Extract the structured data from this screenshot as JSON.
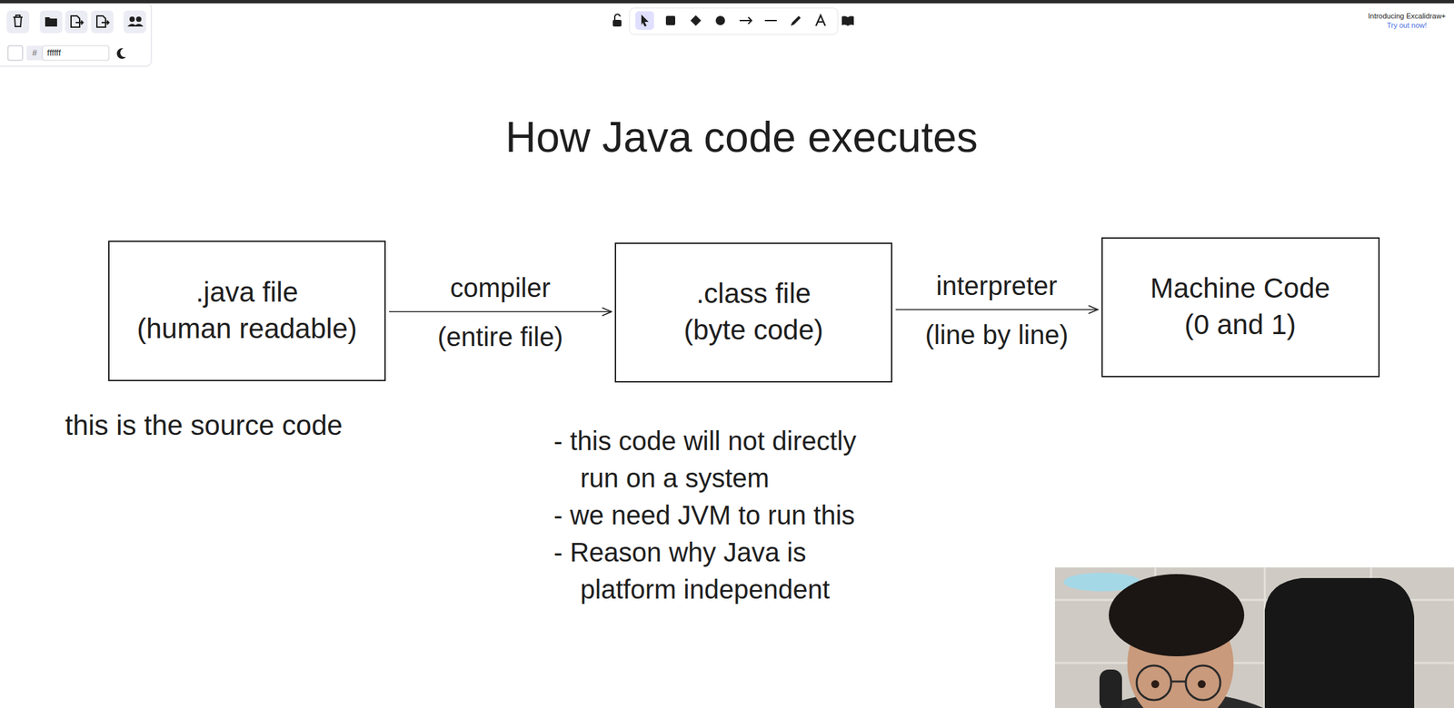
{
  "diagram": {
    "title": "How Java code executes",
    "nodes": [
      {
        "text": [
          ".java file",
          "(human readable)"
        ]
      },
      {
        "text": [
          ".class file",
          "(byte code)"
        ]
      },
      {
        "text": [
          "Machine Code",
          "(0 and 1)"
        ]
      }
    ],
    "edges": [
      {
        "from": 0,
        "to": 1,
        "arrow": "to",
        "label": "compiler"
      },
      {
        "from": 1,
        "to": 2,
        "arrow": "to",
        "label": "interpreter"
      }
    ],
    "labels": [
      "#",
      "ffffff",
      "Introducing Excalidraw+",
      "Try out now!",
      "(entire file)",
      "(line by line)",
      "this is the source code",
      "- this code will not directly run on a system",
      "- we need JVM to run this",
      "- Reason why Java is platform independent"
    ]
  }
}
